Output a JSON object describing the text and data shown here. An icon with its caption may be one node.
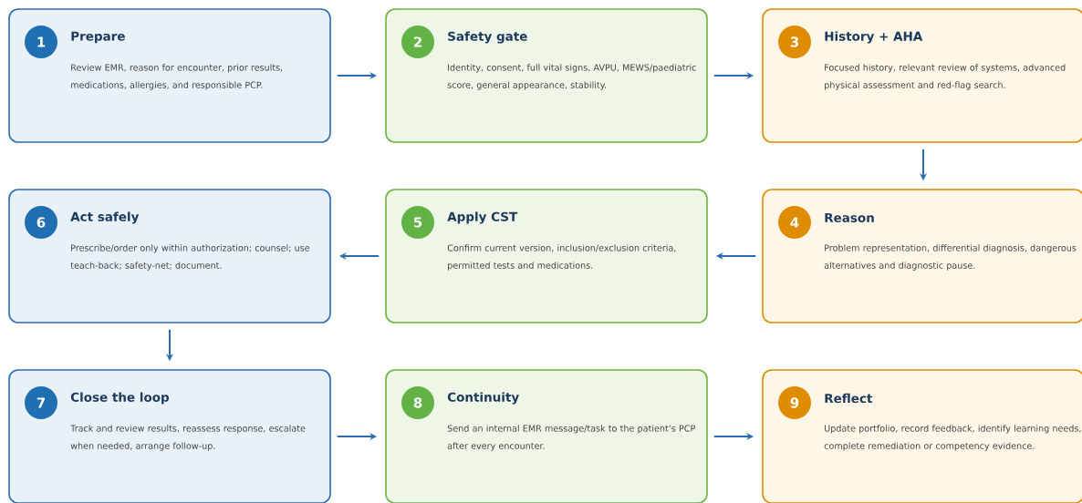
{
  "diagram": {
    "nodes": [
      {
        "text": [
          "1",
          "Prepare",
          "Review EMR, reason for encounter, prior results, medications, allergies, and responsible PCP."
        ]
      },
      {
        "text": [
          "2",
          "Safety gate",
          "Identity, consent, full vital signs, AVPU, MEWS/paediatric score, general appearance, stability."
        ]
      },
      {
        "text": [
          "3",
          "History + AHA",
          "Focused history, relevant review of systems, advanced physical assessment and red-flag search."
        ]
      },
      {
        "text": [
          "4",
          "Reason",
          "Problem representation, differential diagnosis, dangerous alternatives and diagnostic pause."
        ]
      },
      {
        "text": [
          "5",
          "Apply CST",
          "Confirm current version, inclusion/exclusion criteria, permitted tests and medications."
        ]
      },
      {
        "text": [
          "6",
          "Act safely",
          "Prescribe/order only within authorization; counsel; use teach-back; safety-net; document."
        ]
      },
      {
        "text": [
          "7",
          "Close the loop",
          "Track and review results, reassess response, escalate when needed, arrange follow-up."
        ]
      },
      {
        "text": [
          "8",
          "Continuity",
          "Send an internal EMR message/task to the patient’s PCP after every encounter."
        ]
      },
      {
        "text": [
          "9",
          "Reflect",
          "Update portfolio, record feedback, identify learning needs, complete remediation or competency evidence."
        ]
      }
    ],
    "edges": [
      {
        "from": 0,
        "to": 1,
        "arrow": "to"
      },
      {
        "from": 1,
        "to": 2,
        "arrow": "to"
      },
      {
        "from": 2,
        "to": 3,
        "arrow": "to"
      },
      {
        "from": 3,
        "to": 4,
        "arrow": "to"
      },
      {
        "from": 4,
        "to": 5,
        "arrow": "to"
      },
      {
        "from": 5,
        "to": 6,
        "arrow": "to"
      },
      {
        "from": 6,
        "to": 7,
        "arrow": "to"
      },
      {
        "from": 7,
        "to": 8,
        "arrow": "to"
      }
    ]
  }
}
